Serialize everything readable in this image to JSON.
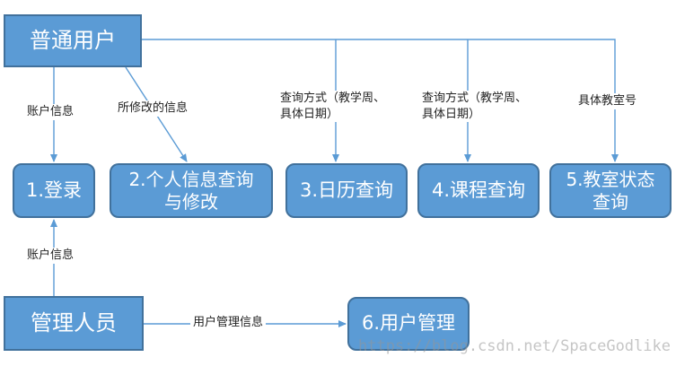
{
  "nodes": {
    "regular_user": "普通用户",
    "admin": "管理人员",
    "login": "1.登录",
    "profile_line1": "2.个人信息查询",
    "profile_line2": "与修改",
    "calendar": "3.日历查询",
    "course": "4.课程查询",
    "classroom_line1": "5.教室状态",
    "classroom_line2": "查询",
    "user_mgmt": "6.用户管理"
  },
  "edges": {
    "user_to_login": "账户信息",
    "user_to_profile": "所修改的信息",
    "user_to_calendar_line1": "查询方式（教学周、",
    "user_to_calendar_line2": "具体日期）",
    "user_to_course_line1": "查询方式（教学周、",
    "user_to_course_line2": "具体日期）",
    "user_to_classroom": "具体教室号",
    "admin_to_login": "账户信息",
    "admin_to_usermgmt": "用户管理信息"
  },
  "watermark": "https://blog.csdn.net/SpaceGodlike",
  "colors": {
    "box_fill": "#5B9BD5",
    "box_border": "#41719C",
    "line": "#5B9BD5"
  }
}
